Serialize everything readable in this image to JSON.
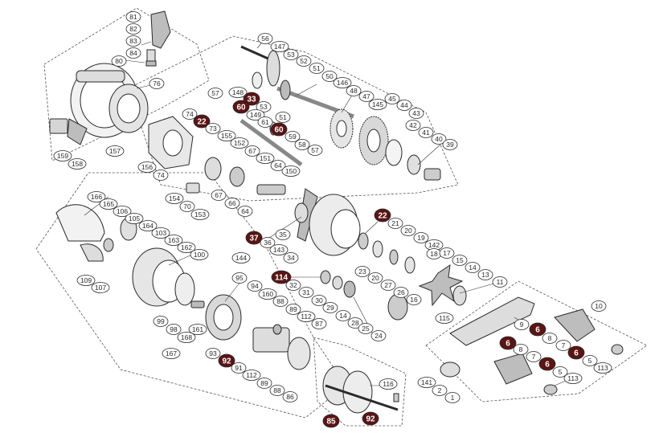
{
  "colors": {
    "ink": "#2a2a2a",
    "dark_label_fill": "#5a1414",
    "dark_label_text": "#ffffff",
    "label_fill": "#ffffff",
    "part_fill": "#f2f2f2",
    "part_shade": "#c8c8c8"
  },
  "labels": {
    "p81": "81",
    "p82": "82",
    "p83": "83",
    "p84": "84",
    "p80": "80",
    "p76": "76",
    "p56": "56",
    "p147": "147",
    "p53a": "53",
    "p52": "52",
    "p51a": "51",
    "p50": "50",
    "p146": "146",
    "p48": "48",
    "p47": "47",
    "p145": "145",
    "p45": "45",
    "p44": "44",
    "p43": "43",
    "p42": "42",
    "p41": "41",
    "p40": "40",
    "p39": "39",
    "p57a": "57",
    "p148": "148",
    "p33": "33",
    "p60a": "60",
    "p53b": "53",
    "p149": "149",
    "p51b": "51",
    "p61": "61",
    "p60b": "60",
    "p59": "59",
    "p58": "58",
    "p57b": "57",
    "p74a": "74",
    "p22a": "22",
    "p73": "73",
    "p155": "155",
    "p152": "152",
    "p67a": "67",
    "p151": "151",
    "p64a": "64",
    "p150": "150",
    "p159": "159",
    "p158": "158",
    "p157": "157",
    "p156": "156",
    "p74b": "74",
    "p154": "154",
    "p70": "70",
    "p153": "153",
    "p67b": "67",
    "p66": "66",
    "p64b": "64",
    "p22b": "22",
    "p21": "21",
    "p20a": "20",
    "p19": "19",
    "p142": "142",
    "p18": "18",
    "p17": "17",
    "p15": "15",
    "p14a": "14",
    "p13": "13",
    "p11": "11",
    "p37": "37",
    "p36": "36",
    "p35": "35",
    "p144": "144",
    "p143": "143",
    "p34": "34",
    "p23": "23",
    "p114": "114",
    "p32": "32",
    "p31": "31",
    "p30": "30",
    "p29": "29",
    "p14b": "14",
    "p28": "28",
    "p20b": "20",
    "p27": "27",
    "p26": "26",
    "p16": "16",
    "p25": "25",
    "p24": "24",
    "p115": "115",
    "p166": "166",
    "p165": "165",
    "p106": "106",
    "p105": "105",
    "p164": "164",
    "p103": "103",
    "p163": "163",
    "p162": "162",
    "p100": "100",
    "p109": "109",
    "p107": "107",
    "p95": "95",
    "p94": "94",
    "p160": "160",
    "p88a": "88",
    "p89a": "89",
    "p112a": "112",
    "p87": "87",
    "p99": "99",
    "p98": "98",
    "p161": "161",
    "p168": "168",
    "p167": "167",
    "p93": "93",
    "p92a": "92",
    "p91": "91",
    "p112b": "112",
    "p89b": "89",
    "p88b": "88",
    "p86": "86",
    "p116": "116",
    "p85": "85",
    "p92b": "92",
    "p10": "10",
    "p9": "9",
    "p6a": "6",
    "p8a": "8",
    "p7a": "7",
    "p6b": "6",
    "p5a": "5",
    "p113a": "113",
    "p6c": "6",
    "p8b": "8",
    "p7b": "7",
    "p6d": "6",
    "p5b": "5",
    "p113b": "113",
    "p141": "141",
    "p2": "2",
    "p1": "1"
  }
}
